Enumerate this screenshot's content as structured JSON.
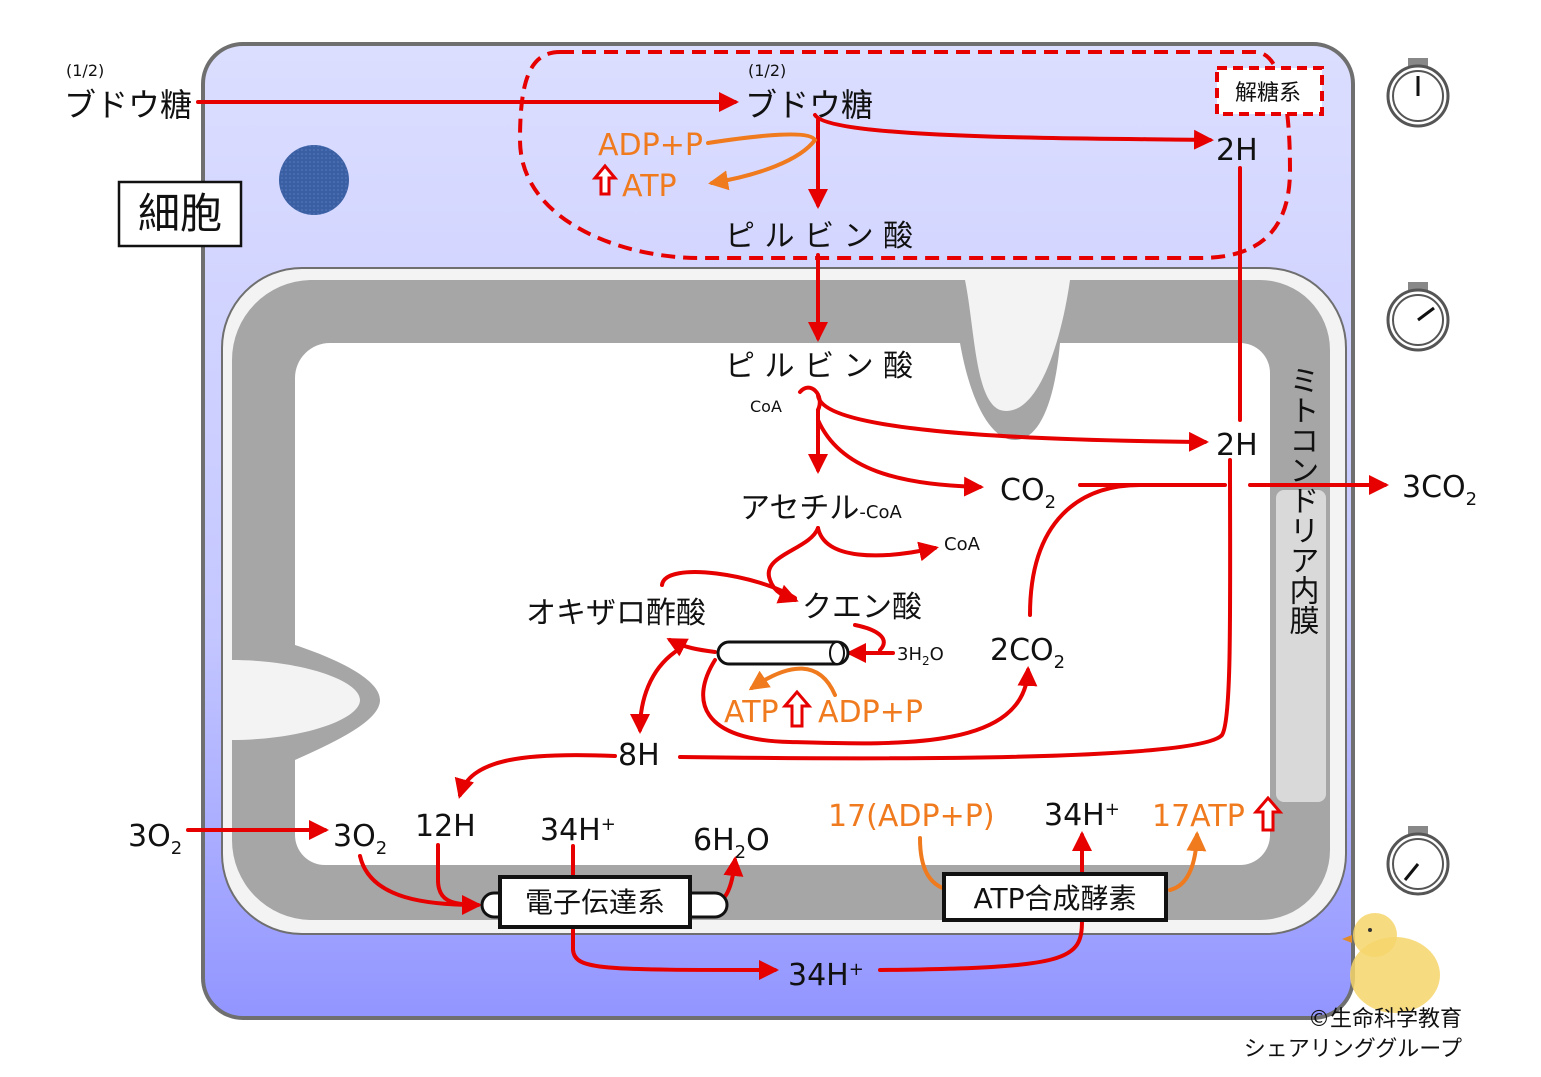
{
  "outside": {
    "glucose_ratio": "(1/2)",
    "glucose": "ブドウ糖",
    "cell_label": "細胞",
    "o2_in": "3O",
    "o2_in_sub": "2",
    "co2_out": "3CO",
    "co2_out_sub": "2"
  },
  "glycolysis": {
    "label": "解糖系",
    "glucose_ratio": "(1/2)",
    "glucose": "ブドウ糖",
    "adp_p": "ADP+P",
    "atp": "ATP",
    "h2": "2H",
    "pyruvate": "ピ ル ビ ン 酸"
  },
  "mitochondria": {
    "pyruvate": "ピ ル ビ ン 酸",
    "coa": "CoA",
    "h2": "2H",
    "co2": "CO",
    "co2_sub": "2",
    "acetyl": "アセチル",
    "acetyl_suffix": "-CoA",
    "coa_out": "CoA",
    "oxaloacetate": "オキザロ酢酸",
    "citrate": "クエン酸",
    "water_in": "3H",
    "water_in_sub": "2",
    "water_in_o": "O",
    "co2_2": "2CO",
    "co2_2_sub": "2",
    "atp": "ATP",
    "adp_p": "ADP+P",
    "h8": "8H",
    "inner_membrane": "ミトコンドリア内膜"
  },
  "etc": {
    "o2": "3O",
    "o2_sub": "2",
    "h12": "12H",
    "proton": "34H",
    "proton_sup": "+",
    "water": "6H",
    "water_sub": "2",
    "water_o": "O",
    "label": "電子伝達系",
    "adp_p": "17(ADP+P)",
    "proton2": "34H",
    "proton2_sup": "+",
    "atp": "17ATP",
    "synthase": "ATP合成酵素",
    "proton_ims": "34H",
    "proton_ims_sup": "+"
  },
  "credit": {
    "line1": "©生命科学教育",
    "line2": "シェアリンググループ"
  },
  "colors": {
    "arrow_red": "#e60000",
    "arrow_orange": "#f07a1e",
    "cell_top": "#d9dcff",
    "cell_bottom": "#9498ff",
    "membrane_gray": "#a6a6a6",
    "nucleus": "#3a5fa3"
  }
}
